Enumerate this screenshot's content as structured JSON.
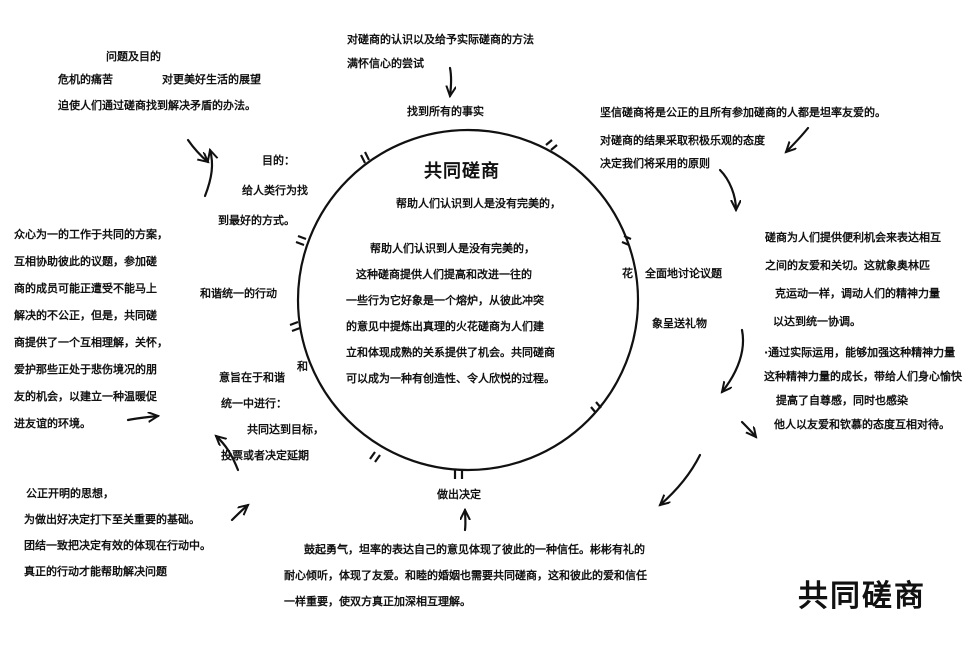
{
  "diagram": {
    "top_note": [
      "对磋商的认识以及给予实际磋商的方法",
      "满怀信心的尝试"
    ],
    "nodes": {
      "top": "找到所有的事实",
      "bottom": "做出决定",
      "left": "和谐统一的行动",
      "right": "全面地讨论议题",
      "right_flower": "花",
      "right_gift": "象呈送礼物"
    },
    "center": {
      "title": "共同磋商",
      "subtitle": "帮助人们认识到人是没有完美的，",
      "lines": [
        "帮助人们认识到人是没有完美的，",
        "这种磋商提供人们提高和改进一往的",
        "一些行为它好象是一个熔炉，从彼此冲突",
        "的意见中提炼出真理的火花磋商为人们建",
        "立和体现成熟的关系提供了机会。共同磋商",
        "可以成为一种有创造性、令人欣悦的过程。"
      ]
    },
    "purpose": {
      "heading": "问题及目的",
      "crisis": "危机的痛苦",
      "hope": "对更美好生活的展望",
      "line": "迫使人们通过磋商找到解决矛盾的办法。"
    },
    "goal": [
      "目的：",
      "给人类行为找",
      "到最好的方式。"
    ],
    "right_top": [
      "坚信磋商将是公正的且所有参加磋商的人都是坦率友爱的。",
      "对磋商的结果采取积极乐观的态度",
      "决定我们将采用的原则"
    ],
    "right_mid": [
      "磋商为人们提供便利机会来表达相互",
      "之间的友爱和关切。这就象奥林匹",
      "克运动一样，调动人们的精神力量",
      "以达到统一协调。"
    ],
    "right_low": [
      "·通过实际运用，能够加强这种精神力量",
      "这种精神力量的成长，带给人们身心愉快",
      "提高了自尊感，同时也感染",
      "他人以友爱和钦慕的态度互相对待。"
    ],
    "left_text": [
      "众心为一的工作于共同的方案，",
      "互相协助彼此的议题，参加磋",
      "商的成员可能正遭受不能马上",
      "解决的不公正，但是，共同磋",
      "商提供了一个互相理解，关怀，",
      "爱护那些正处于悲伤境况的朋",
      "友的机会，以建立一种温暖促",
      "进友谊的环境。"
    ],
    "left_inner": [
      "意旨在于和谐",
      "统一中进行：",
      "共同达到目标，",
      "投票或者决定延期"
    ],
    "left_inner_side": "和",
    "bottom_left": [
      "公正开明的思想，",
      "为做出好决定打下至关重要的基础。",
      "团结一致把决定有效的体现在行动中。",
      "真正的行动才能帮助解决问题"
    ],
    "bottom_center": [
      "鼓起勇气，坦率的表达自己的意见体现了彼此的一种信任。彬彬有礼的",
      "耐心倾听，体现了友爱。和睦的婚姻也需要共同磋商，这和彼此的爱和信任",
      "一样重要，使双方真正加深相互理解。"
    ],
    "corner_title": "共同磋商",
    "colors": {
      "ink": "#111111",
      "paper": "#ffffff"
    }
  }
}
